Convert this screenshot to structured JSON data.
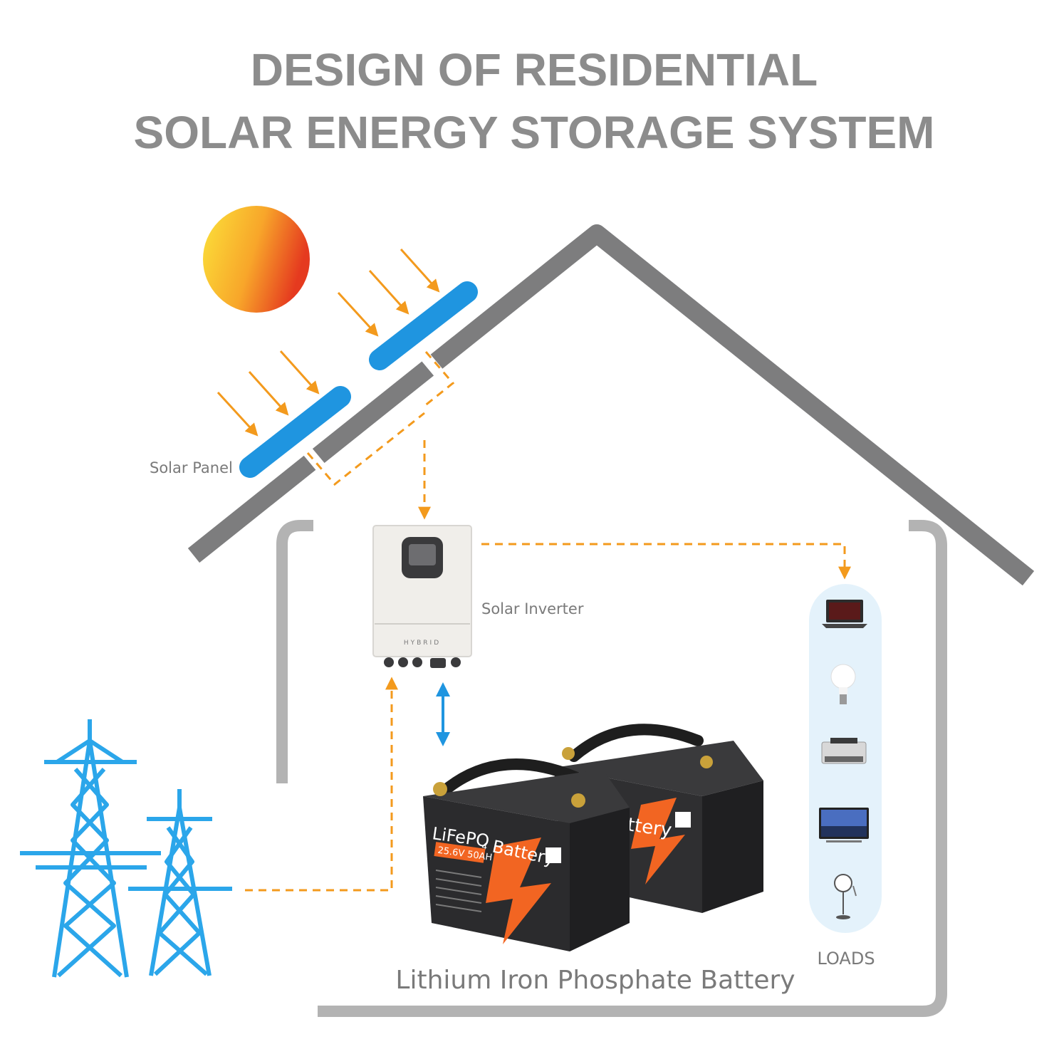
{
  "title": {
    "line1": "DESIGN OF RESIDENTIAL",
    "line2": "SOLAR ENERGY STORAGE SYSTEM"
  },
  "labels": {
    "solar_panel": "Solar Panel",
    "solar_inverter": "Solar Inverter",
    "loads": "LOADS",
    "battery": "Lithium Iron Phosphate Battery"
  },
  "inverter": {
    "brand_text": "HYBRID"
  },
  "battery_unit": {
    "chemistry": "LiFePO",
    "subscript": "4",
    "word": "Battery",
    "front_word": "Battery",
    "rating": "25.6V 50AH",
    "rear_word": "ttery"
  },
  "loads_items": [
    {
      "icon": "laptop-icon"
    },
    {
      "icon": "light-bulb-icon"
    },
    {
      "icon": "printer-icon"
    },
    {
      "icon": "television-icon"
    },
    {
      "icon": "fan-icon"
    }
  ],
  "colors": {
    "title": "#8c8c8c",
    "house": "#7d7d7e",
    "panel": "#1f95e0",
    "arrow": "#f39a1d",
    "pylon": "#2ba6ea",
    "loads_panel": "#e4f2fb",
    "battery_body": "#2a2a2a",
    "battery_accent": "#f26522"
  }
}
